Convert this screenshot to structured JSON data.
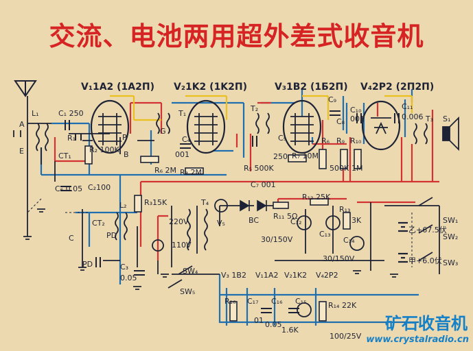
{
  "title": "交流、电池两用超外差式收音机",
  "tubes": [
    {
      "label": "V₁1A2 (1A2П)"
    },
    {
      "label": "V₂1K2 (1K2П)"
    },
    {
      "label": "V₃1B2 (1Б2П)"
    },
    {
      "label": "V₄2P2 (2П2П)"
    }
  ],
  "components": {
    "a": "A",
    "e": "E",
    "l1": "L₁",
    "c1": "C₁ 250",
    "ct1": "CT₁",
    "r1": "R₁",
    "r2": "R₂ 100K",
    "c2": "C₂100",
    "c6": "C₆ 0.05",
    "t1": "T₁",
    "c4": "C₄",
    "c4v": "001",
    "r6": "R₆ 2M",
    "r3": "R₃ 2M",
    "t2": "T₂",
    "c5": "C₅",
    "c5v": "250",
    "c9": "C₉",
    "c8": "C₈",
    "r6b": "R₆",
    "r9": "R₉",
    "r9v": "500K",
    "r7": "R₇ 10M",
    "r5": "R₅ 500K",
    "c7": "C₇ 001",
    "c10": "C₁₀",
    "c10v": "001",
    "r10": "R₁₀",
    "r10v": "1M",
    "c11": "C₁₁",
    "c11v": "0.006",
    "t3": "T₃",
    "l2": "L₂",
    "ct2": "CT₂",
    "c": "C",
    "pd1": "PD",
    "pd2": "PD",
    "r15k": "R₃15K",
    "c3": "C₃",
    "c3v": "0.05",
    "t4": "T₄",
    "v220": "220V",
    "v110": "110V",
    "v5": "V₅",
    "bc": "BC",
    "r11": "R₁₁ 5Ω",
    "r12": "R₁₂ 25K",
    "r13": "R₁₃",
    "r13v": "3K",
    "c12": "C₁₂",
    "c13": "C₁₃",
    "c14": "C₁₄",
    "v30a": "30/150V",
    "v30b": "30/150V",
    "batt_b": "乙+67.5伏",
    "batt_a": "甲+6.0伏",
    "sw1": "SW₁",
    "sw2": "SW₂",
    "sw3": "SW₃",
    "sw4": "SW₄",
    "sw5": "SW₅",
    "fil_v3": "V₃ 1B2",
    "fil_v1": "V₁1A2",
    "fil_v2": "V₂1K2",
    "fil_v4": "V₄2P2",
    "r16": "R₁₆",
    "c17": "C₁₇",
    "c17v": "01",
    "c16": "C₁₆",
    "c16v": "0.05",
    "c15": "C₁₅",
    "r16v": "1.6K",
    "r14": "R₁₄ 22K",
    "v100": "100/25V",
    "s1": "S₁",
    "pin_p": "P",
    "pin_b": "B",
    "pin_g": "G"
  },
  "watermark": {
    "logo": "矿石收音机",
    "url": "www.crystalradio.cn"
  },
  "colors": {
    "title": "#d62424",
    "ink": "#1d2235",
    "blue": "#1f6fb0",
    "red": "#d23232",
    "yellow": "#e9c020",
    "paper": "#ecd9b0",
    "brand": "#1480c8"
  }
}
